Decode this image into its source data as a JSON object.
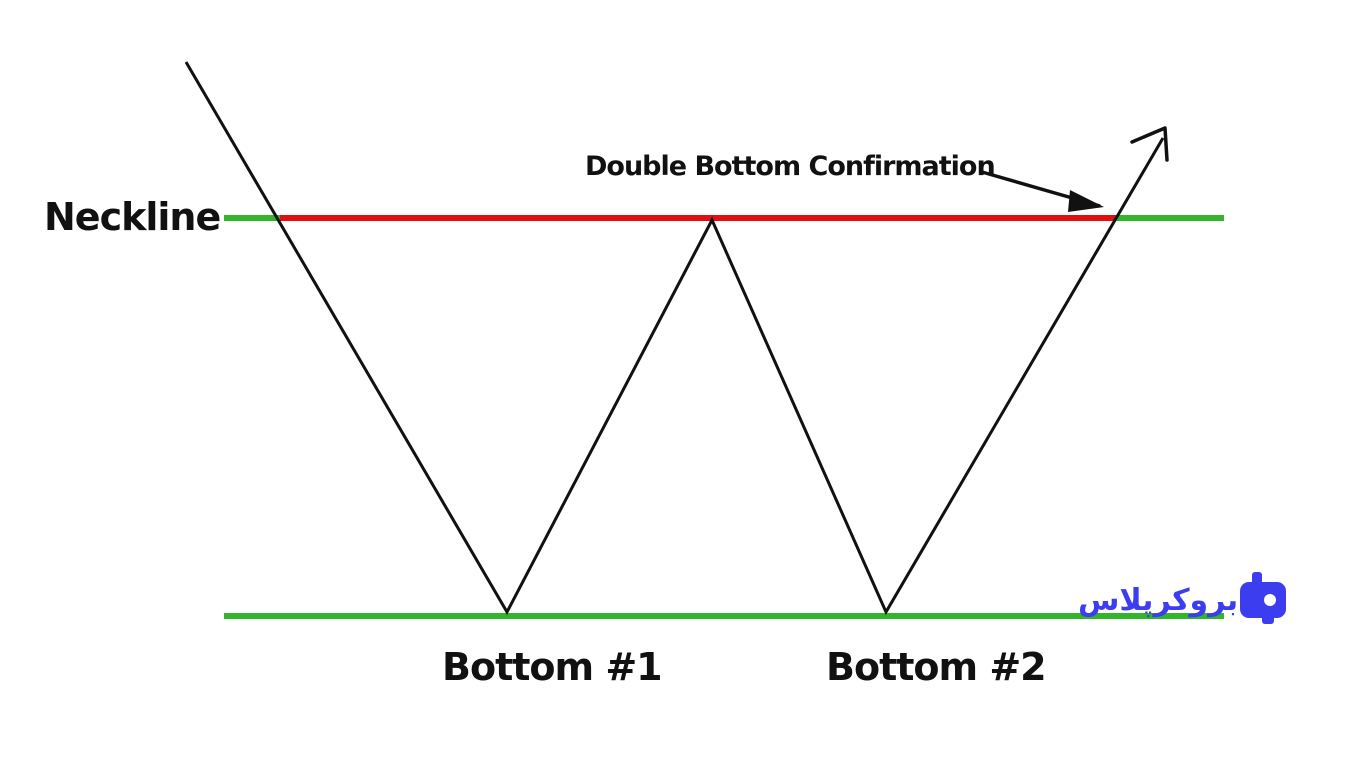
{
  "colors": {
    "support_line": "#33b52b",
    "neckline_segment": "#e01010",
    "price_path": "#111111",
    "logo": "#3d3df0"
  },
  "labels": {
    "neckline": "Neckline",
    "confirmation": "Double Bottom Confirmation",
    "bottom_1": "Bottom #1",
    "bottom_2": "Bottom #2"
  },
  "logo": {
    "text": "بروکرپلاس",
    "icon": "broker-logo-icon"
  }
}
